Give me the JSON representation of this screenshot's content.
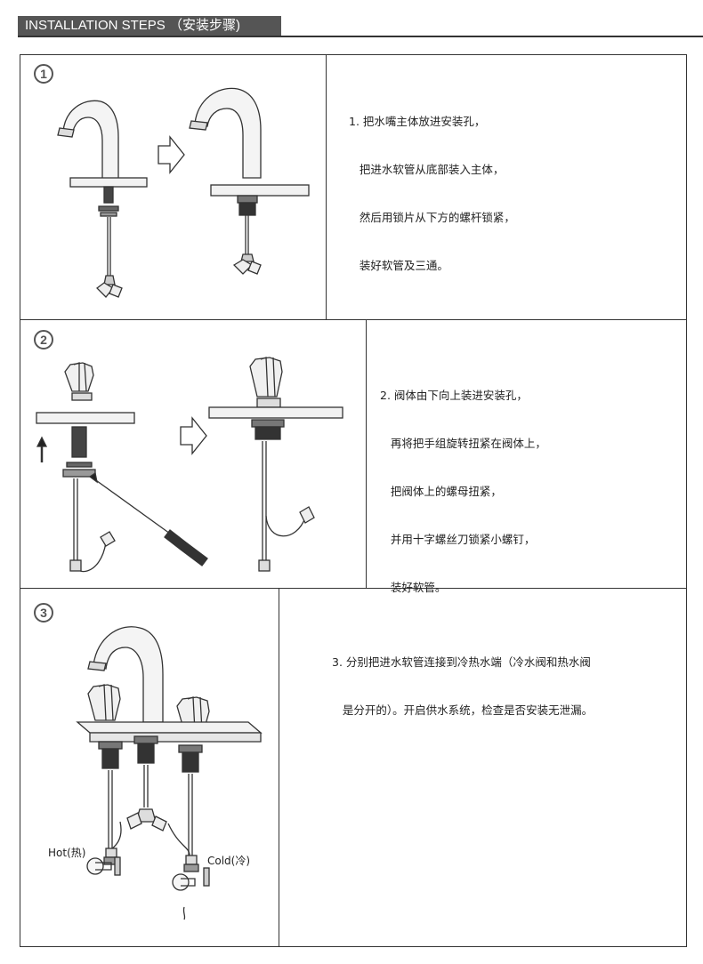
{
  "header": {
    "title": "INSTALLATION STEPS （安装步骤)"
  },
  "steps": [
    {
      "number": "1",
      "lines": [
        "1. 把水嘴主体放进安装孔，",
        "   把进水软管从底部装入主体，",
        "   然后用锁片从下方的螺杆锁紧，",
        "   装好软管及三通。"
      ]
    },
    {
      "number": "2",
      "lines": [
        "2. 阀体由下向上装进安装孔，",
        "   再将把手组旋转扭紧在阀体上，",
        "   把阀体上的螺母扭紧，",
        "   并用十字螺丝刀锁紧小螺钉，",
        "   装好软管。"
      ]
    },
    {
      "number": "3",
      "lines": [
        "3. 分别把进水软管连接到冷热水端（冷水阀和热水阀",
        "   是分开的）。开启供水系统，检查是否安装无泄漏。"
      ]
    }
  ],
  "labels": {
    "hot": "Hot(热)",
    "cold": "Cold(冷)"
  }
}
